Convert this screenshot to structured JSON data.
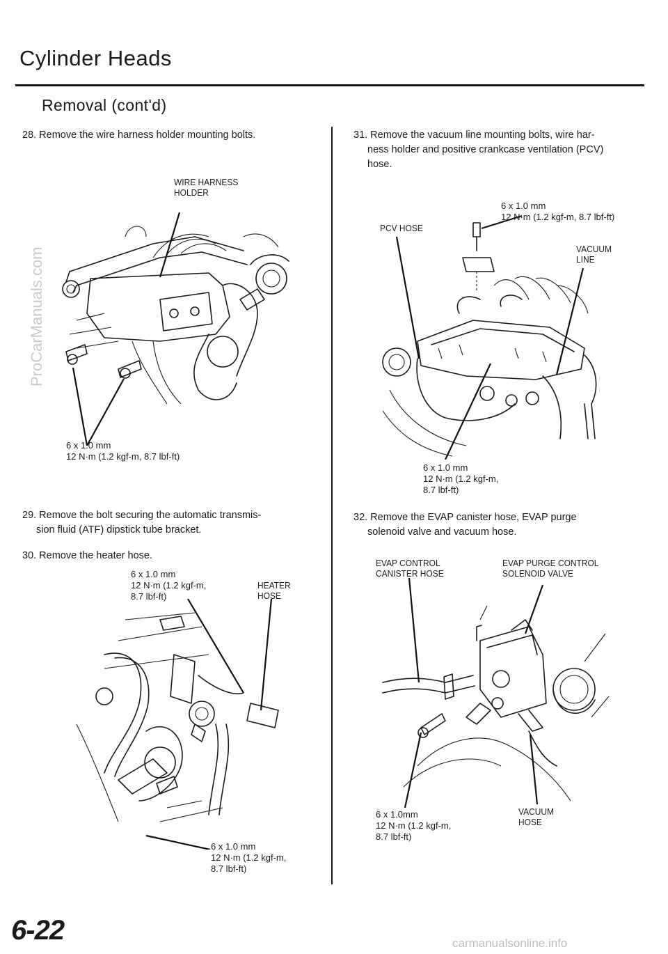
{
  "header": {
    "title": "Cylinder Heads",
    "subtitle": "Removal (cont'd)"
  },
  "steps": {
    "s28": "28. Remove the wire harness holder mounting bolts.",
    "s29a": "29. Remove the bolt securing the automatic transmis-",
    "s29b": "sion fluid (ATF) dipstick tube bracket.",
    "s30": "30. Remove the heater hose.",
    "s31a": "31. Remove the vacuum line mounting bolts, wire har-",
    "s31b": "ness holder and positive crankcase ventilation (PCV)",
    "s31c": "hose.",
    "s32a": "32. Remove the EVAP canister hose, EVAP purge",
    "s32b": "solenoid valve and vacuum hose."
  },
  "labels": {
    "wire_harness_holder": "WIRE HARNESS\nHOLDER",
    "pcv_hose": "PCV HOSE",
    "vacuum_line": "VACUUM\nLINE",
    "heater_hose": "HEATER\nHOSE",
    "evap_control_canister_hose": "EVAP CONTROL\nCANISTER HOSE",
    "evap_purge_control_solenoid_valve": "EVAP PURGE CONTROL\nSOLENOID VALVE",
    "vacuum_hose": "VACUUM\nHOSE"
  },
  "specs": {
    "fig1_bolt": "6 x 1.0 mm\n12 N·m (1.2 kgf-m, 8.7 lbf-ft)",
    "fig2_top_bolt": "6 x 1.0 mm\n12 N·m (1.2 kgf-m, 8.7 lbf-ft)",
    "fig2_bottom_bolt": "6 x 1.0 mm\n12 N·m (1.2 kgf-m,\n8.7 lbf-ft)",
    "fig3_top_bolt": "6 x 1.0 mm\n12 N·m (1.2 kgf-m,\n8.7 lbf-ft)",
    "fig3_bottom_bolt": "6 x 1.0 mm\n12 N·m (1.2 kgf-m,\n8.7 lbf-ft)",
    "fig4_bolt": "6 x 1.0mm\n12 N·m (1.2 kgf-m,\n8.7 lbf-ft)"
  },
  "watermark": "ProCarManuals.com",
  "page_number": "6-22",
  "footer": "carmanualsonline.info"
}
